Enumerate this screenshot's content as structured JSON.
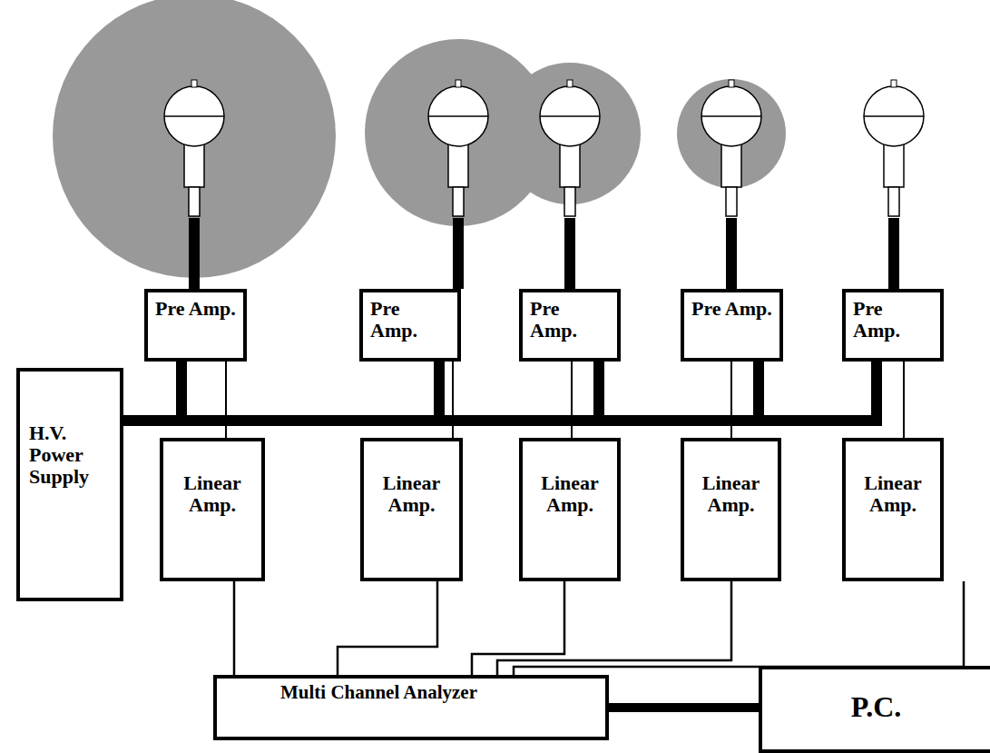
{
  "diagram": {
    "nodes": [
      {
        "text": [
          "Pre Amp."
        ]
      },
      {
        "text": [
          "Pre Amp."
        ]
      },
      {
        "text": [
          "Pre Amp."
        ]
      },
      {
        "text": [
          "Pre Amp."
        ]
      },
      {
        "text": [
          "Pre Amp."
        ]
      },
      {
        "text": [
          "H.V. Power Supply"
        ]
      },
      {
        "text": [
          "Linear Amp."
        ]
      },
      {
        "text": [
          "Linear Amp."
        ]
      },
      {
        "text": [
          "Linear Amp."
        ]
      },
      {
        "text": [
          "Linear Amp."
        ]
      },
      {
        "text": [
          "Linear Amp."
        ]
      },
      {
        "text": [
          "Multi Channel Analyzer"
        ]
      },
      {
        "text": [
          "P.C."
        ]
      }
    ],
    "edges": [
      {
        "from": 5,
        "to": 0,
        "arrow": "none"
      },
      {
        "from": 5,
        "to": 1,
        "arrow": "none"
      },
      {
        "from": 5,
        "to": 2,
        "arrow": "none"
      },
      {
        "from": 5,
        "to": 3,
        "arrow": "none"
      },
      {
        "from": 5,
        "to": 4,
        "arrow": "none"
      },
      {
        "from": 0,
        "to": 6,
        "arrow": "none"
      },
      {
        "from": 1,
        "to": 7,
        "arrow": "none"
      },
      {
        "from": 2,
        "to": 8,
        "arrow": "none"
      },
      {
        "from": 3,
        "to": 9,
        "arrow": "none"
      },
      {
        "from": 4,
        "to": 10,
        "arrow": "none"
      },
      {
        "from": 6,
        "to": 11,
        "arrow": "none"
      },
      {
        "from": 7,
        "to": 11,
        "arrow": "none"
      },
      {
        "from": 8,
        "to": 11,
        "arrow": "none"
      },
      {
        "from": 9,
        "to": 11,
        "arrow": "none"
      },
      {
        "from": 10,
        "to": 11,
        "arrow": "none"
      },
      {
        "from": 11,
        "to": 12,
        "arrow": "none"
      }
    ]
  }
}
